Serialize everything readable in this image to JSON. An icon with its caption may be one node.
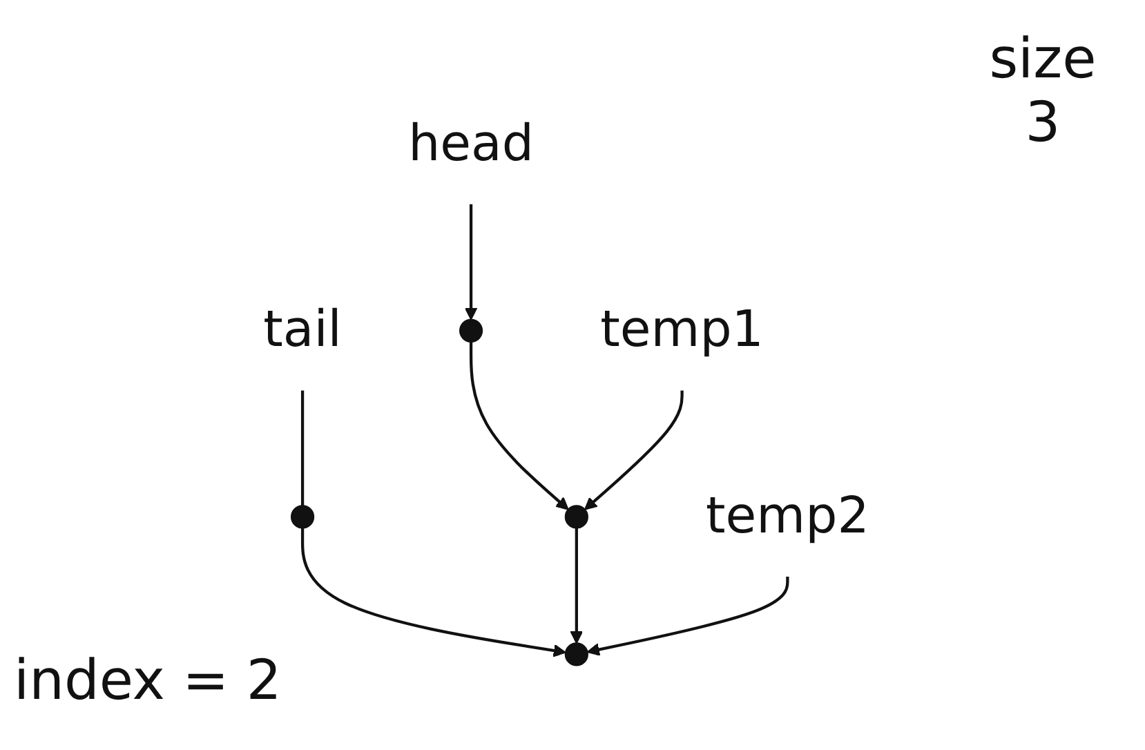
{
  "diagram": {
    "nodes": [
      {
        "text": [
          "head"
        ]
      },
      {
        "text": [
          "tail"
        ]
      },
      {
        "text": [],
        "shape": "circle"
      },
      {
        "text": [],
        "shape": "circle"
      },
      {
        "text": [],
        "shape": "circle"
      },
      {
        "text": [],
        "shape": "circle"
      },
      {
        "text": [
          "temp1"
        ]
      },
      {
        "text": [
          "temp2"
        ]
      }
    ],
    "edges": [
      {
        "from": 0,
        "to": 3,
        "arrow": "to"
      },
      {
        "from": 1,
        "to": 2,
        "arrow": "none"
      },
      {
        "from": 2,
        "to": 5,
        "arrow": "to"
      },
      {
        "from": 3,
        "to": 4,
        "arrow": "to"
      },
      {
        "from": 4,
        "to": 5,
        "arrow": "to"
      },
      {
        "from": 6,
        "to": 4,
        "arrow": "to"
      },
      {
        "from": 7,
        "to": 5,
        "arrow": "to"
      }
    ],
    "labels": [
      "size 3",
      "index = 2"
    ]
  }
}
